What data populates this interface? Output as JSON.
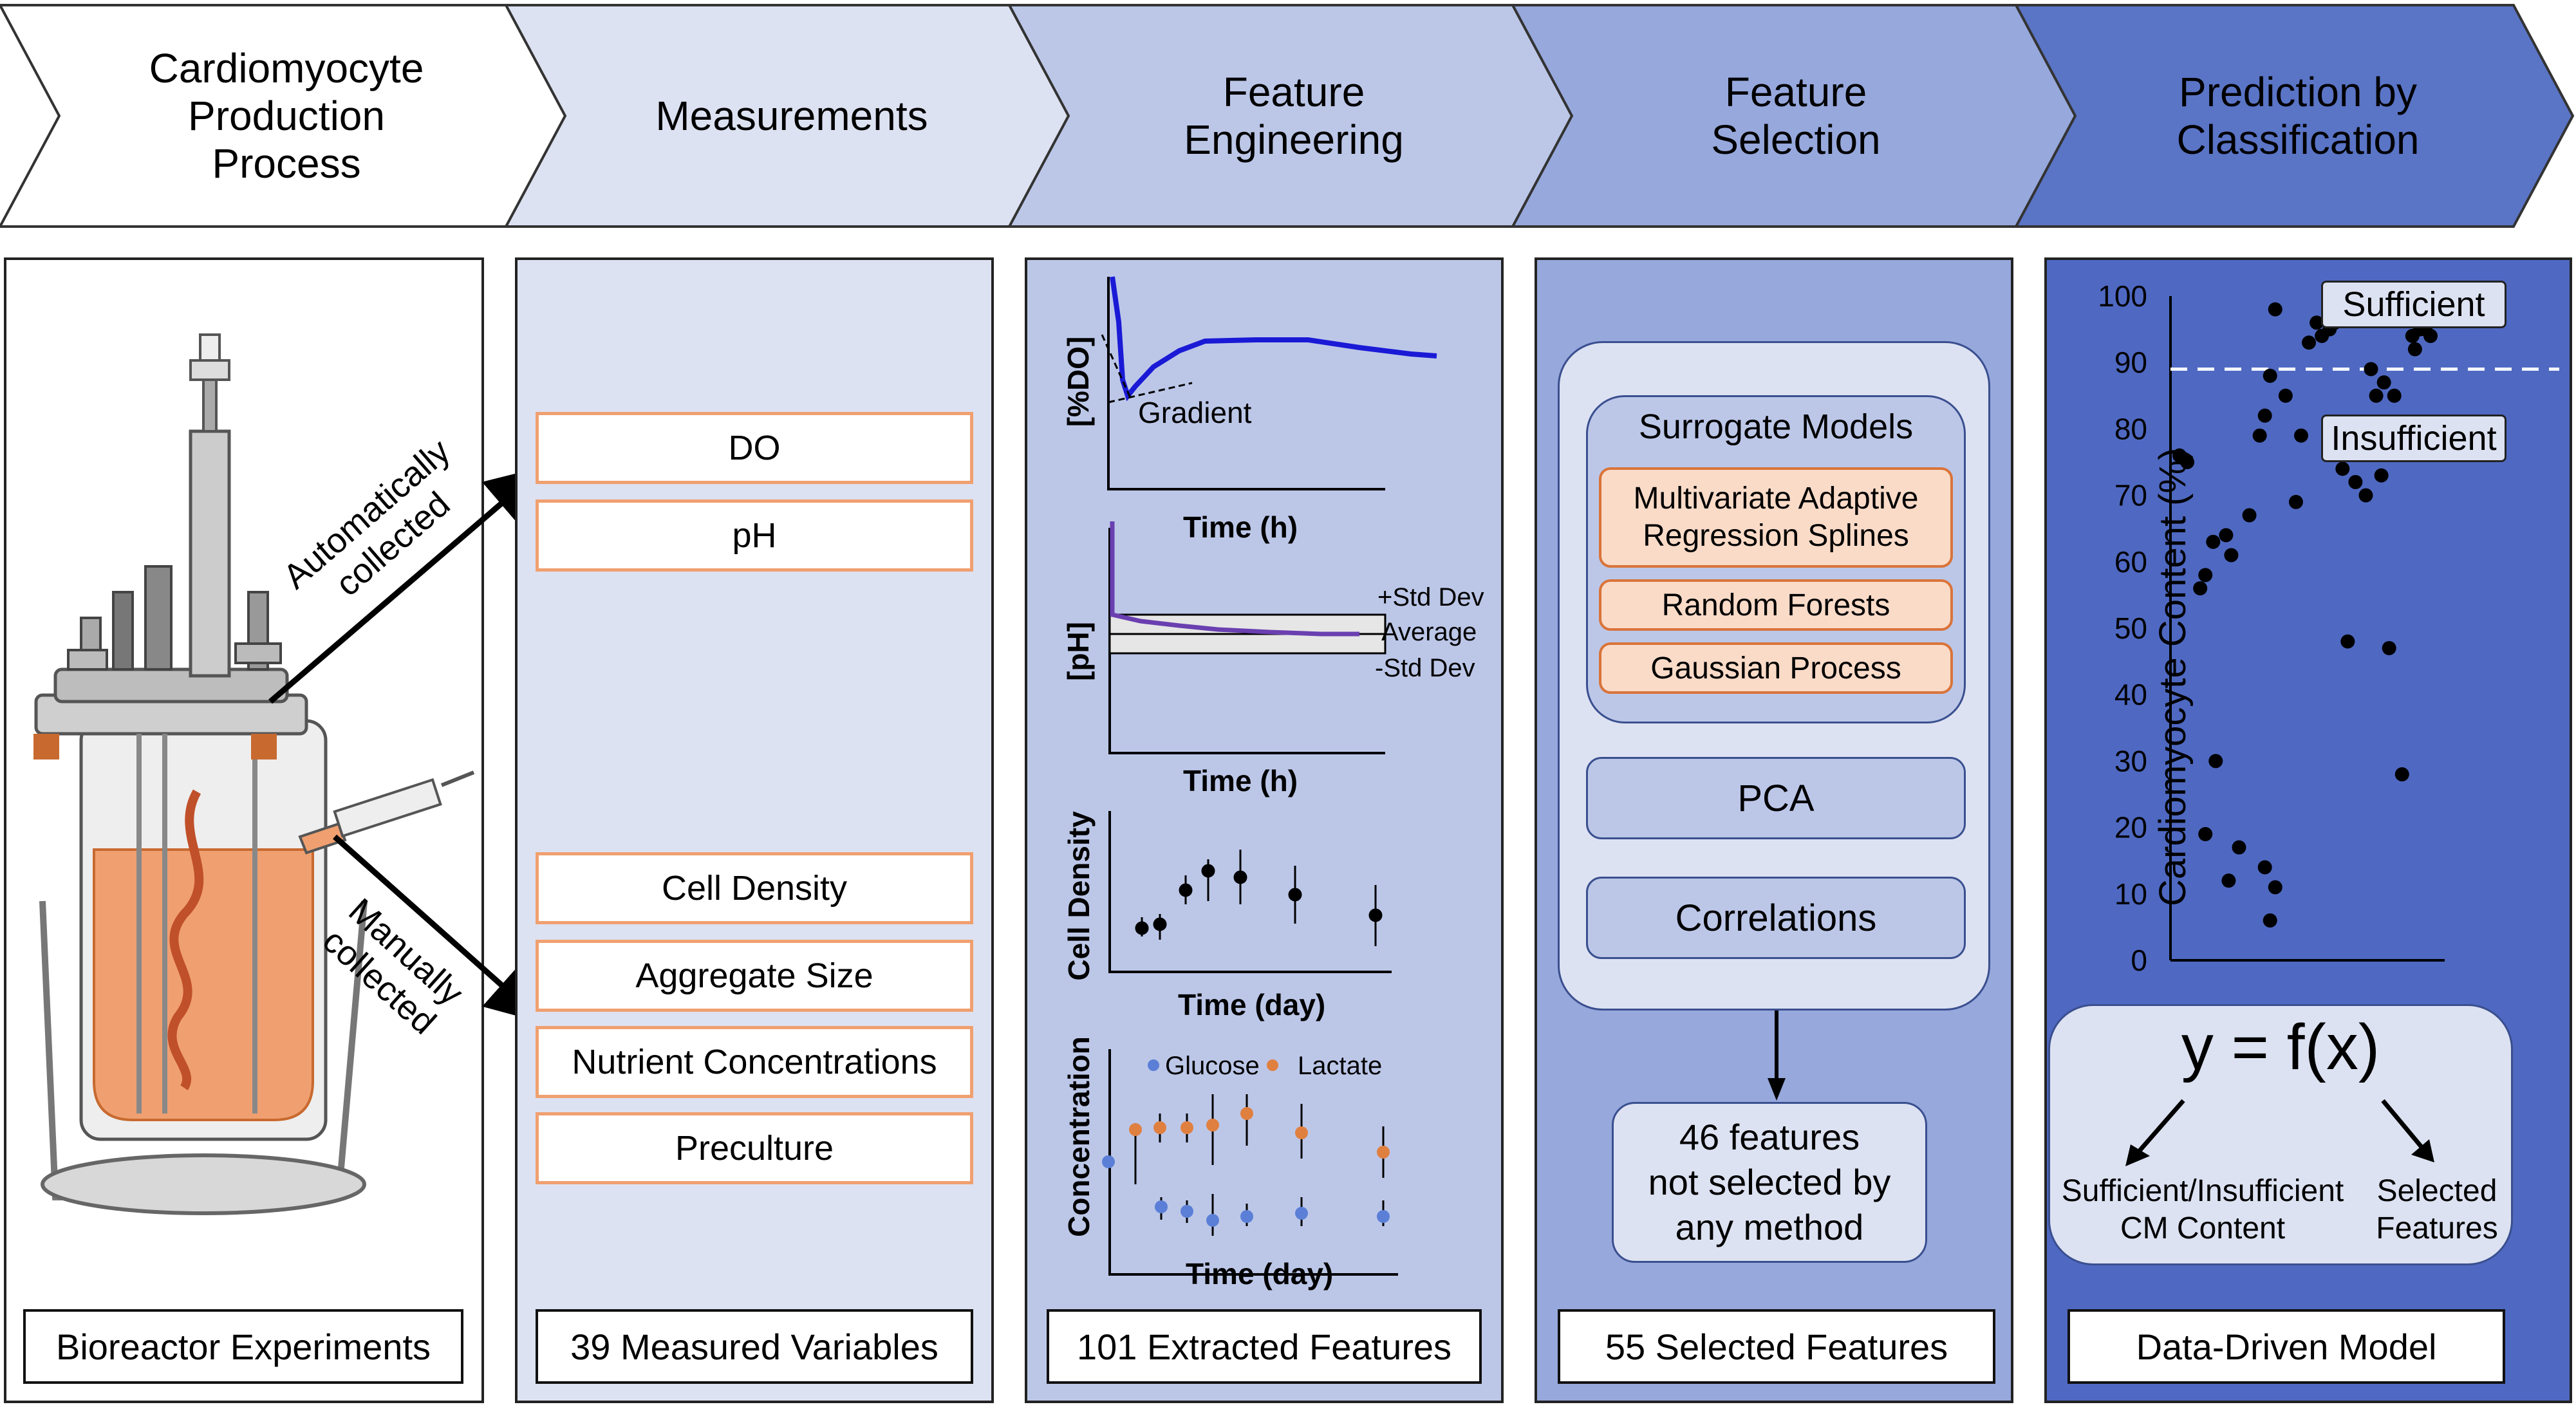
{
  "stages": [
    {
      "title": "Cardiomyocyte\nProduction\nProcess"
    },
    {
      "title": "Measurements"
    },
    {
      "title": "Feature\nEngineering"
    },
    {
      "title": "Feature\nSelection"
    },
    {
      "title": "Prediction by\nClassification"
    }
  ],
  "colors": {
    "stage1": "#ffffff",
    "stage2": "#dde2f2",
    "stage3": "#bcc7e8",
    "stage4": "#97a8dc",
    "stage5": "#5a74c6",
    "accent_orange": "#f0a070"
  },
  "bioreactor": {
    "auto_label": "Automatically\ncollected",
    "manual_label": "Manually\ncollected",
    "footer": "Bioreactor Experiments"
  },
  "measurements": {
    "auto_items": [
      "DO",
      "pH"
    ],
    "manual_items": [
      "Cell Density",
      "Aggregate Size",
      "Nutrient Concentrations",
      "Preculture"
    ],
    "footer": "39 Measured Variables"
  },
  "engineering": {
    "do_plot": {
      "ylabel": "[%DO]",
      "xlabel": "Time (h)",
      "annotation": "Gradient"
    },
    "ph_plot": {
      "ylabel": "[pH]",
      "xlabel": "Time (h)",
      "band_labels": [
        "+Std Dev",
        "Average",
        "-Std Dev"
      ]
    },
    "density_plot": {
      "ylabel": "Cell Density",
      "xlabel": "Time (day)"
    },
    "conc_plot": {
      "ylabel": "Concentration",
      "xlabel": "Time (day)",
      "legend": [
        "Glucose",
        "Lactate"
      ]
    },
    "footer": "101 Extracted Features"
  },
  "selection": {
    "surrogate_title": "Surrogate Models",
    "models": [
      "Multivariate Adaptive\nRegression Splines",
      "Random Forests",
      "Gaussian Process"
    ],
    "methods": [
      "PCA",
      "Correlations"
    ],
    "not_selected": "46 features\nnot selected by\nany method",
    "footer": "55 Selected Features"
  },
  "prediction": {
    "equation": "y = f(x)",
    "outputs": [
      "Sufficient/Insufficient\nCM Content",
      "Selected\nFeatures"
    ],
    "footer": "Data-Driven Model"
  },
  "chart_data": {
    "type": "scatter",
    "ylabel": "Cardiomyocyte Content (%)",
    "ylim": [
      0,
      100
    ],
    "yticks": [
      0,
      10,
      20,
      30,
      40,
      50,
      60,
      70,
      80,
      90,
      100
    ],
    "threshold": 89,
    "class_labels": [
      "Sufficient",
      "Insufficient"
    ],
    "points": [
      {
        "x": 0.3,
        "y": 76
      },
      {
        "x": 0.6,
        "y": 75
      },
      {
        "x": 1.1,
        "y": 56
      },
      {
        "x": 1.3,
        "y": 58
      },
      {
        "x": 1.6,
        "y": 63
      },
      {
        "x": 2.1,
        "y": 64
      },
      {
        "x": 2.3,
        "y": 61
      },
      {
        "x": 3.0,
        "y": 67
      },
      {
        "x": 3.4,
        "y": 79
      },
      {
        "x": 3.6,
        "y": 82
      },
      {
        "x": 3.8,
        "y": 88
      },
      {
        "x": 4.0,
        "y": 98
      },
      {
        "x": 4.4,
        "y": 85
      },
      {
        "x": 4.8,
        "y": 69
      },
      {
        "x": 5.0,
        "y": 79
      },
      {
        "x": 5.3,
        "y": 93
      },
      {
        "x": 5.6,
        "y": 96
      },
      {
        "x": 5.8,
        "y": 94
      },
      {
        "x": 6.1,
        "y": 95
      },
      {
        "x": 6.3,
        "y": 96
      },
      {
        "x": 6.6,
        "y": 74
      },
      {
        "x": 6.8,
        "y": 48
      },
      {
        "x": 7.1,
        "y": 72
      },
      {
        "x": 7.5,
        "y": 70
      },
      {
        "x": 7.7,
        "y": 89
      },
      {
        "x": 7.9,
        "y": 85
      },
      {
        "x": 8.1,
        "y": 73
      },
      {
        "x": 8.2,
        "y": 87
      },
      {
        "x": 8.4,
        "y": 47
      },
      {
        "x": 8.6,
        "y": 85
      },
      {
        "x": 8.9,
        "y": 28
      },
      {
        "x": 9.3,
        "y": 94
      },
      {
        "x": 9.4,
        "y": 92
      },
      {
        "x": 9.6,
        "y": 95
      },
      {
        "x": 9.8,
        "y": 95
      },
      {
        "x": 10.0,
        "y": 94
      },
      {
        "x": 1.3,
        "y": 19
      },
      {
        "x": 1.7,
        "y": 30
      },
      {
        "x": 2.2,
        "y": 12
      },
      {
        "x": 2.6,
        "y": 17
      },
      {
        "x": 3.6,
        "y": 14
      },
      {
        "x": 3.8,
        "y": 6
      },
      {
        "x": 4.0,
        "y": 11
      }
    ]
  }
}
